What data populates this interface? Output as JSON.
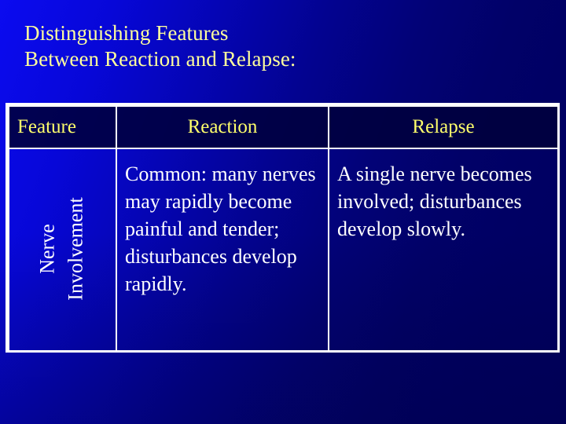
{
  "slide": {
    "title_lines": [
      "Distinguishing Features",
      "Between Reaction and Relapse:"
    ],
    "title_color": "#ffff9c",
    "background_start": "#0b0bf0",
    "background_end": "#000060",
    "border_color": "#ffffff",
    "header_text_color": "#ffff6b",
    "body_text_color": "#ffffff"
  },
  "table": {
    "headers": {
      "feature": "Feature",
      "reaction": "Reaction",
      "relapse": "Relapse"
    },
    "rows": [
      {
        "feature_label_lines": [
          "Nerve",
          "Involvement"
        ],
        "reaction": "Common: many nerves may rapidly become painful and tender; disturbances develop rapidly.",
        "relapse": "A single nerve becomes involved; disturbances develop slowly."
      }
    ]
  }
}
